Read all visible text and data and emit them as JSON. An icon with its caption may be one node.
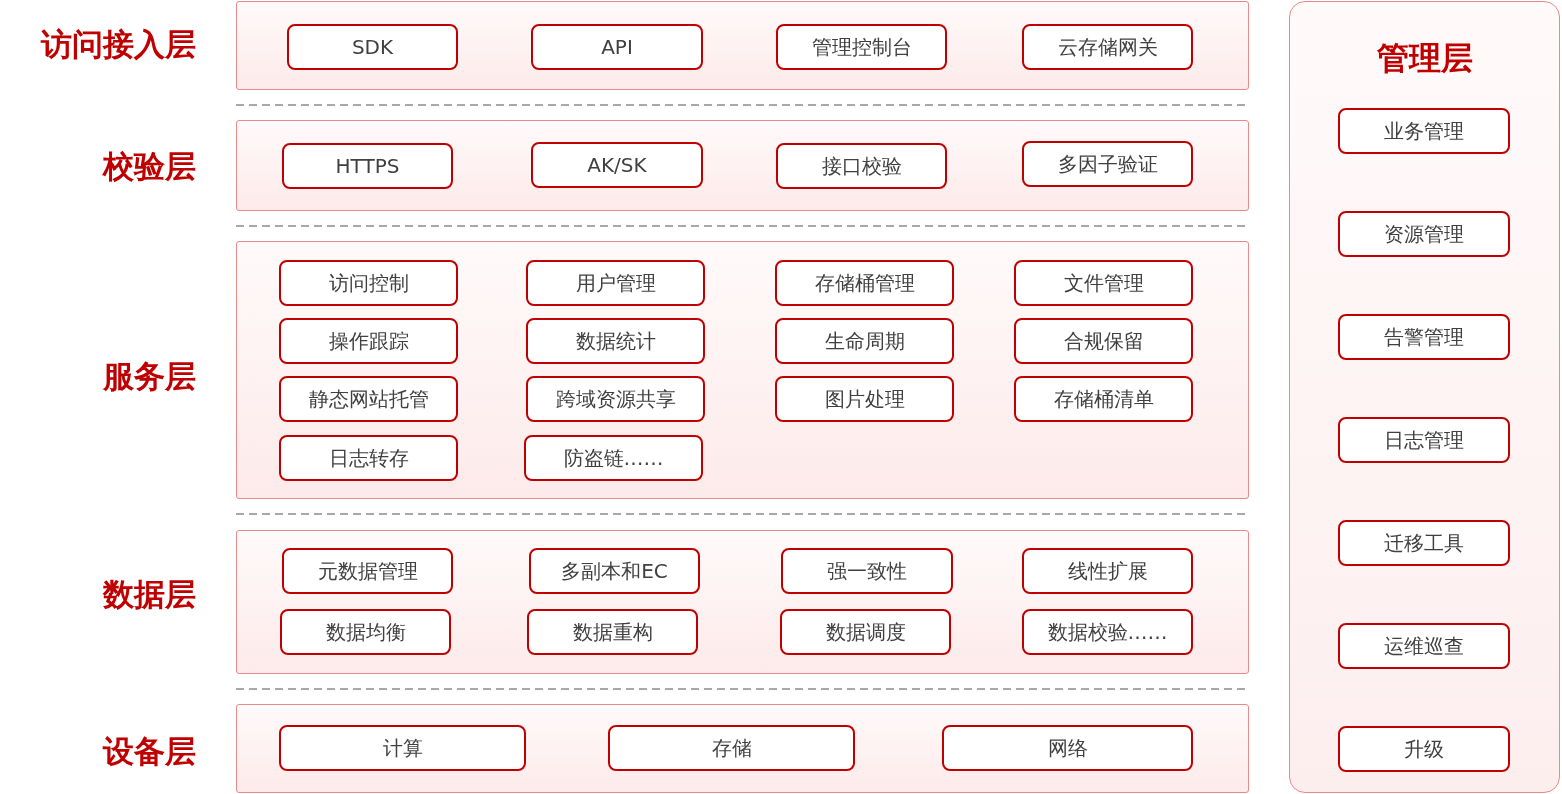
{
  "diagram": {
    "nodes": [
      {
        "text": [
          "访问接入层"
        ]
      },
      {
        "text": [
          "SDK"
        ],
        "in": 0
      },
      {
        "text": [
          "API"
        ],
        "in": 0
      },
      {
        "text": [
          "管理控制台"
        ],
        "in": 0
      },
      {
        "text": [
          "云存储网关"
        ],
        "in": 0
      },
      {
        "text": [
          "校验层"
        ]
      },
      {
        "text": [
          "HTTPS"
        ],
        "in": 5
      },
      {
        "text": [
          "AK/SK"
        ],
        "in": 5
      },
      {
        "text": [
          "接口校验"
        ],
        "in": 5
      },
      {
        "text": [
          "多因子验证"
        ],
        "in": 5
      },
      {
        "text": [
          "服务层"
        ]
      },
      {
        "text": [
          "访问控制"
        ],
        "in": 10
      },
      {
        "text": [
          "用户管理"
        ],
        "in": 10
      },
      {
        "text": [
          "存储桶管理"
        ],
        "in": 10
      },
      {
        "text": [
          "文件管理"
        ],
        "in": 10
      },
      {
        "text": [
          "操作跟踪"
        ],
        "in": 10
      },
      {
        "text": [
          "数据统计"
        ],
        "in": 10
      },
      {
        "text": [
          "生命周期"
        ],
        "in": 10
      },
      {
        "text": [
          "合规保留"
        ],
        "in": 10
      },
      {
        "text": [
          "静态网站托管"
        ],
        "in": 10
      },
      {
        "text": [
          "跨域资源共享"
        ],
        "in": 10
      },
      {
        "text": [
          "图片处理"
        ],
        "in": 10
      },
      {
        "text": [
          "存储桶清单"
        ],
        "in": 10
      },
      {
        "text": [
          "日志转存"
        ],
        "in": 10
      },
      {
        "text": [
          "防盗链……"
        ],
        "in": 10
      },
      {
        "text": [
          "数据层"
        ]
      },
      {
        "text": [
          "元数据管理"
        ],
        "in": 25
      },
      {
        "text": [
          "多副本和EC"
        ],
        "in": 25
      },
      {
        "text": [
          "强一致性"
        ],
        "in": 25
      },
      {
        "text": [
          "线性扩展"
        ],
        "in": 25
      },
      {
        "text": [
          "数据均衡"
        ],
        "in": 25
      },
      {
        "text": [
          "数据重构"
        ],
        "in": 25
      },
      {
        "text": [
          "数据调度"
        ],
        "in": 25
      },
      {
        "text": [
          "数据校验……"
        ],
        "in": 25
      },
      {
        "text": [
          "设备层"
        ]
      },
      {
        "text": [
          "计算"
        ],
        "in": 34
      },
      {
        "text": [
          "存储"
        ],
        "in": 34
      },
      {
        "text": [
          "网络"
        ],
        "in": 34
      },
      {
        "text": [
          "管理层"
        ]
      },
      {
        "text": [
          "业务管理"
        ],
        "in": 38
      },
      {
        "text": [
          "资源管理"
        ],
        "in": 38
      },
      {
        "text": [
          "告警管理"
        ],
        "in": 38
      },
      {
        "text": [
          "日志管理"
        ],
        "in": 38
      },
      {
        "text": [
          "迁移工具"
        ],
        "in": 38
      },
      {
        "text": [
          "运维巡查"
        ],
        "in": 38
      },
      {
        "text": [
          "升级"
        ],
        "in": 38
      }
    ]
  }
}
